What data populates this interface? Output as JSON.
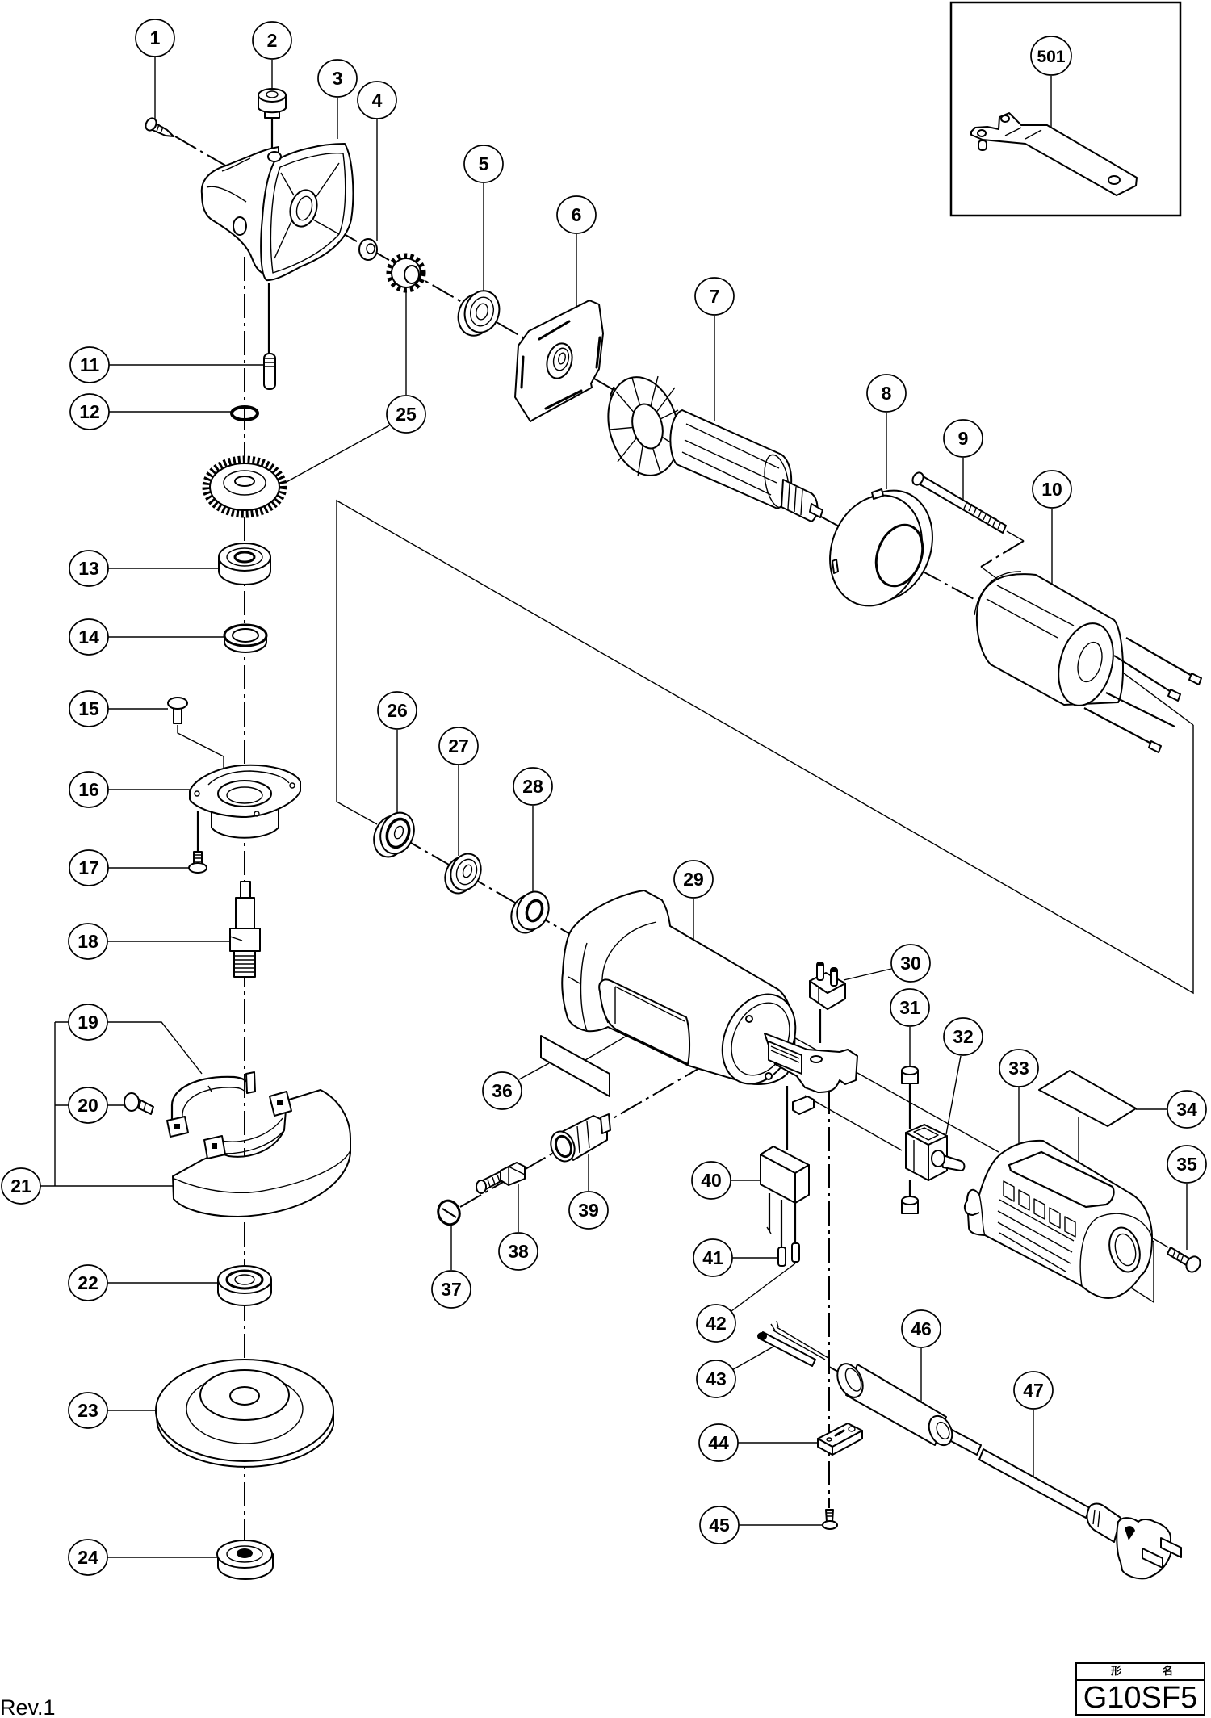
{
  "callouts": [
    "1",
    "2",
    "3",
    "4",
    "5",
    "6",
    "7",
    "8",
    "9",
    "10",
    "11",
    "12",
    "13",
    "14",
    "15",
    "16",
    "17",
    "18",
    "19",
    "20",
    "21",
    "22",
    "23",
    "24",
    "25",
    "26",
    "27",
    "28",
    "29",
    "30",
    "31",
    "32",
    "33",
    "34",
    "35",
    "36",
    "37",
    "38",
    "39",
    "40",
    "41",
    "42",
    "43",
    "44",
    "45",
    "46",
    "47"
  ],
  "inset": {
    "callout": "501"
  },
  "title_block": {
    "header": [
      "形",
      "名"
    ],
    "model": "G10SF5"
  },
  "footer": {
    "revision": "Rev.1"
  }
}
